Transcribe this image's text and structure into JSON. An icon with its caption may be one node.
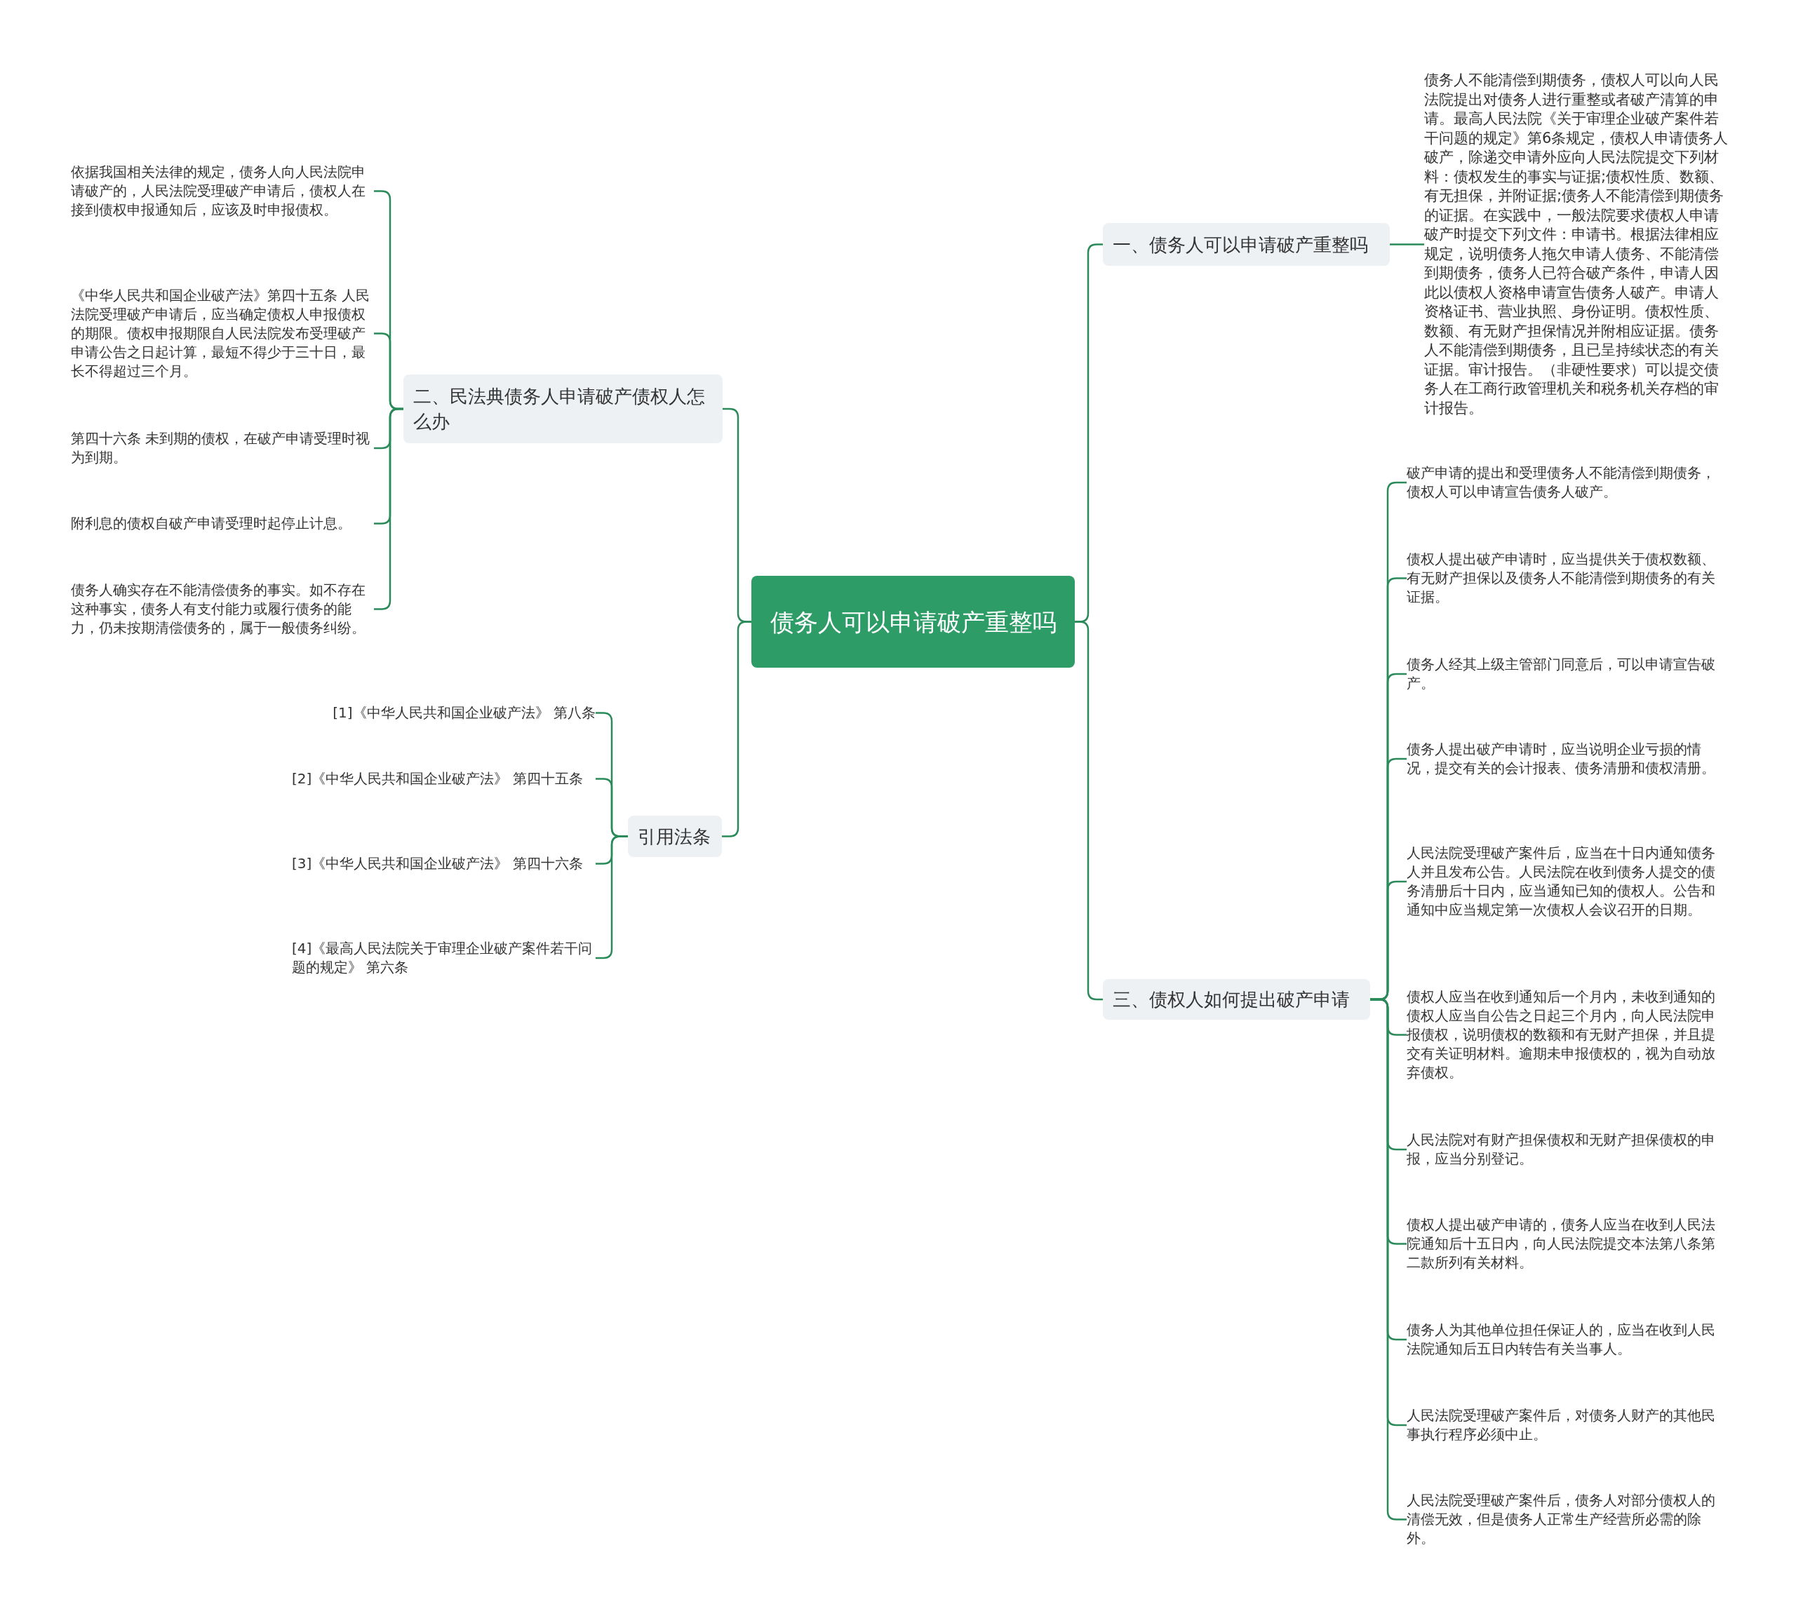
{
  "diagram": {
    "nodes": [
      {
        "text": [
          "债务人可以申请破产重整吗"
        ]
      },
      {
        "text": [
          "一、债务人可以申请破产重整吗"
        ]
      },
      {
        "text": [
          "债务人不能清偿到期债务，债权人可以向人民法院提出对债务人进行重整或者破产清算的申请。最高人民法院《关于审理企业破产案件若干问题的规定》第6条规定，债权人申请债务人破产，除递交申请外应向人民法院提交下列材料：债权发生的事实与证据;债权性质、数额、有无担保，并附证据;债务人不能清偿到期债务的证据。在实践中，一般法院要求债权人申请破产时提交下列文件：申请书。根据法律相应规定，说明债务人拖欠申请人债务、不能清偿到期债务，债务人已符合破产条件，申请人因此以债权人资格申请宣告债务人破产。申请人资格证书、营业执照、身份证明。债权性质、数额、有无财产担保情况并附相应证据。债务人不能清偿到期债务，且已呈持续状态的有关证据。审计报告。（非硬性要求）可以提交债务人在工商行政管理机关和税务机关存档的审计报告。"
        ]
      },
      {
        "text": [
          "二、民法典债务人申请破产债权人怎么办"
        ]
      },
      {
        "text": [
          "依据我国相关法律的规定，债务人向人民法院申请破产的，人民法院受理破产申请后，债权人在接到债权申报通知后，应该及时申报债权。"
        ]
      },
      {
        "text": [
          "《中华人民共和国企业破产法》第四十五条 人民法院受理破产申请后，应当确定债权人申报债权的期限。债权申报期限自人民法院发布受理破产申请公告之日起计算，最短不得少于三十日，最长不得超过三个月。"
        ]
      },
      {
        "text": [
          "第四十六条 未到期的债权，在破产申请受理时视为到期。"
        ]
      },
      {
        "text": [
          "附利息的债权自破产申请受理时起停止计息。"
        ]
      },
      {
        "text": [
          "债务人确实存在不能清偿债务的事实。如不存在这种事实，债务人有支付能力或履行债务的能力，仍未按期清偿债务的，属于一般债务纠纷。"
        ]
      },
      {
        "text": [
          "引用法条"
        ]
      },
      {
        "text": [
          "[1]《中华人民共和国企业破产法》 第八条"
        ]
      },
      {
        "text": [
          "[2]《中华人民共和国企业破产法》 第四十五条"
        ]
      },
      {
        "text": [
          "[3]《中华人民共和国企业破产法》 第四十六条"
        ]
      },
      {
        "text": [
          "[4]《最高人民法院关于审理企业破产案件若干问题的规定》 第六条"
        ]
      },
      {
        "text": [
          "三、债权人如何提出破产申请"
        ]
      },
      {
        "text": [
          "破产申请的提出和受理债务人不能清偿到期债务，债权人可以申请宣告债务人破产。"
        ]
      },
      {
        "text": [
          "债权人提出破产申请时，应当提供关于债权数额、有无财产担保以及债务人不能清偿到期债务的有关证据。"
        ]
      },
      {
        "text": [
          "债务人经其上级主管部门同意后，可以申请宣告破产。"
        ]
      },
      {
        "text": [
          "债务人提出破产申请时，应当说明企业亏损的情况，提交有关的会计报表、债务清册和债权清册。"
        ]
      },
      {
        "text": [
          "人民法院受理破产案件后，应当在十日内通知债务人并且发布公告。人民法院在收到债务人提交的债务清册后十日内，应当通知已知的债权人。公告和通知中应当规定第一次债权人会议召开的日期。"
        ]
      },
      {
        "text": [
          "债权人应当在收到通知后一个月内，未收到通知的债权人应当自公告之日起三个月内，向人民法院申报债权，说明债权的数额和有无财产担保，并且提交有关证明材料。逾期未申报债权的，视为自动放弃债权。"
        ]
      },
      {
        "text": [
          "人民法院对有财产担保债权和无财产担保债权的申报，应当分别登记。"
        ]
      },
      {
        "text": [
          "债权人提出破产申请的，债务人应当在收到人民法院通知后十五日内，向人民法院提交本法第八条第二款所列有关材料。"
        ]
      },
      {
        "text": [
          "债务人为其他单位担任保证人的，应当在收到人民法院通知后五日内转告有关当事人。"
        ]
      },
      {
        "text": [
          "人民法院受理破产案件后，对债务人财产的其他民事执行程序必须中止。"
        ]
      },
      {
        "text": [
          "人民法院受理破产案件后，债务人对部分债权人的清偿无效，但是债务人正常生产经营所必需的除外。"
        ]
      }
    ],
    "edges": [
      {
        "from": 0,
        "to": 1,
        "arrow": "none"
      },
      {
        "from": 1,
        "to": 2,
        "arrow": "none"
      },
      {
        "from": 0,
        "to": 3,
        "arrow": "none"
      },
      {
        "from": 3,
        "to": 4,
        "arrow": "none"
      },
      {
        "from": 3,
        "to": 5,
        "arrow": "none"
      },
      {
        "from": 3,
        "to": 6,
        "arrow": "none"
      },
      {
        "from": 3,
        "to": 7,
        "arrow": "none"
      },
      {
        "from": 3,
        "to": 8,
        "arrow": "none"
      },
      {
        "from": 0,
        "to": 9,
        "arrow": "none"
      },
      {
        "from": 9,
        "to": 10,
        "arrow": "none"
      },
      {
        "from": 9,
        "to": 11,
        "arrow": "none"
      },
      {
        "from": 9,
        "to": 12,
        "arrow": "none"
      },
      {
        "from": 9,
        "to": 13,
        "arrow": "none"
      },
      {
        "from": 0,
        "to": 14,
        "arrow": "none"
      },
      {
        "from": 14,
        "to": 15,
        "arrow": "none"
      },
      {
        "from": 14,
        "to": 16,
        "arrow": "none"
      },
      {
        "from": 14,
        "to": 17,
        "arrow": "none"
      },
      {
        "from": 14,
        "to": 18,
        "arrow": "none"
      },
      {
        "from": 14,
        "to": 19,
        "arrow": "none"
      },
      {
        "from": 14,
        "to": 20,
        "arrow": "none"
      },
      {
        "from": 14,
        "to": 21,
        "arrow": "none"
      },
      {
        "from": 14,
        "to": 22,
        "arrow": "none"
      },
      {
        "from": 14,
        "to": 23,
        "arrow": "none"
      },
      {
        "from": 14,
        "to": 24,
        "arrow": "none"
      },
      {
        "from": 14,
        "to": 25,
        "arrow": "none"
      }
    ]
  }
}
